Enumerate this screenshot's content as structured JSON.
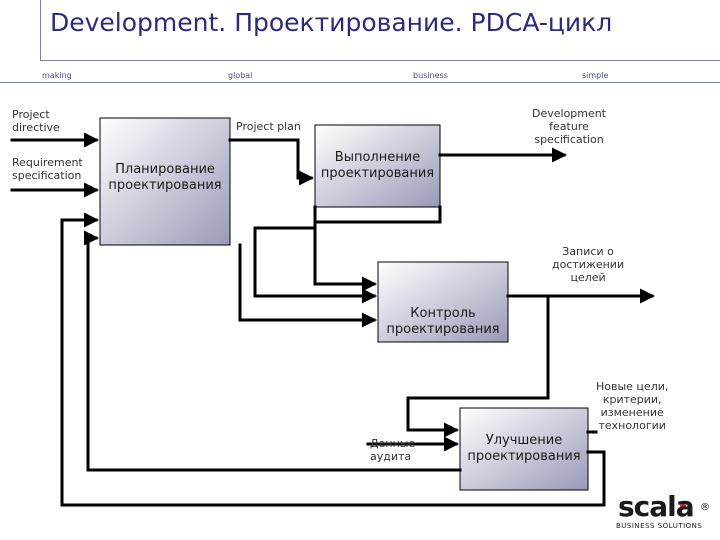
{
  "header": {
    "title": "Development. Проектирование. PDCA-цикл",
    "taglines": [
      "making",
      "global",
      "business",
      "simple"
    ]
  },
  "inputs": {
    "project_directive": "Project\ndirective",
    "requirement_specification": "Requirement\nspecification",
    "project_plan": "Project plan",
    "development_feature_specification": "Development\nfeature\nspecification"
  },
  "boxes": {
    "plan": "Планирование\nпроектирования",
    "do": "Выполнение\nпроектирования",
    "check": "Контроль\nпроектирования",
    "act": "Улучшение\nпроектирования"
  },
  "outputs": {
    "achievement_records": "Записи о\nдостижении\nцелей",
    "new_goals": "Новые цели,\nкритерии,\nизменение\nтехнологии",
    "audit_data": "Данные\nаудита"
  },
  "logo": {
    "name": "scala",
    "subtitle": "BUSINESS SOLUTIONS",
    "registered": "®"
  },
  "colors": {
    "box_gradient_light": "#ffffff",
    "box_gradient_dark": "#9a9ab8",
    "line": "#000000",
    "title": "#2b2b7d",
    "logo_dot": "#d42020"
  }
}
